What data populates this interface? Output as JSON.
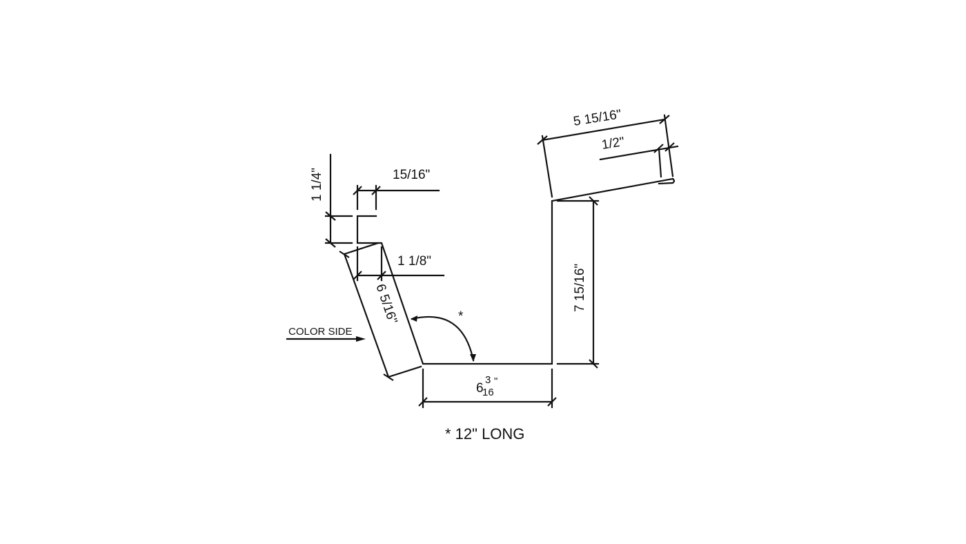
{
  "drawing": {
    "title_note": "* 12\" LONG",
    "color_side_label": "COLOR SIDE",
    "angle_marker": "*",
    "colors": {
      "line": "#111111",
      "background": "#ffffff"
    },
    "dimensions": {
      "hem_height": "1 1/4\"",
      "hem_width": "15/16\"",
      "slope_top_width": "1 1/8\"",
      "sloped_wall": "6 5/16\"",
      "bottom_whole": "6",
      "bottom_num": "3",
      "bottom_den": "16",
      "bottom_inch": "\"",
      "back_wall": "7 15/16\"",
      "top_lip": "5 15/16\"",
      "lip_hem": "1/2\""
    }
  }
}
